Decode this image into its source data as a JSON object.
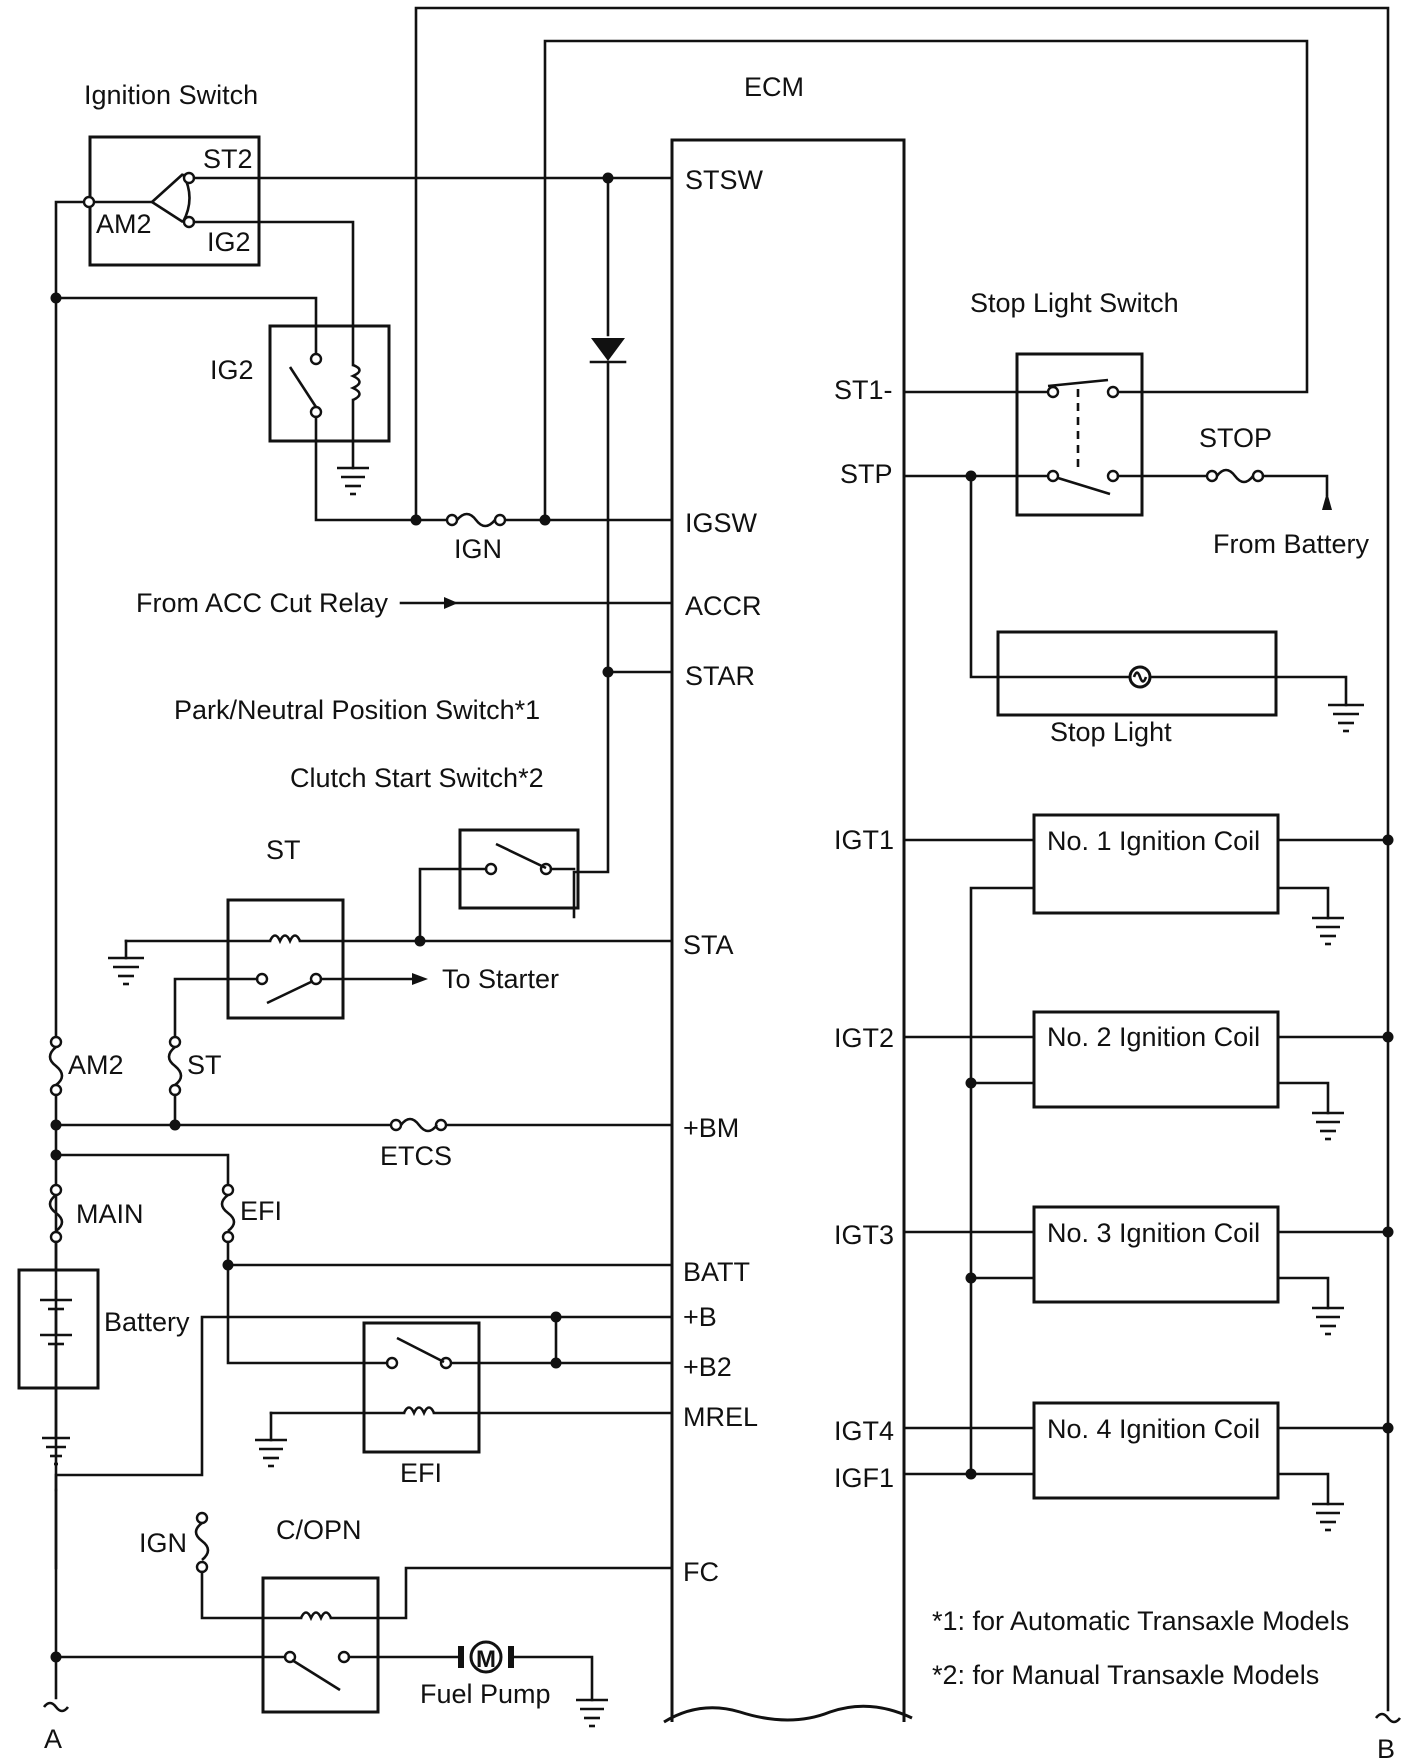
{
  "ecm": {
    "title": "ECM"
  },
  "components": {
    "ignition_switch": "Ignition Switch",
    "ig2_relay": "IG2",
    "stop_light_switch": "Stop Light Switch",
    "stop_light": "Stop Light",
    "pn_switch": "Park/Neutral Position Switch*1",
    "clutch_switch": "Clutch Start Switch*2",
    "st_relay": "ST",
    "efi_relay": "EFI",
    "copn_relay": "C/OPN",
    "battery": "Battery",
    "fuel_pump": "Fuel Pump",
    "fuel_pump_symbol": "M",
    "coils": [
      "No. 1 Ignition Coil",
      "No. 2 Ignition Coil",
      "No. 3 Ignition Coil",
      "No. 4 Ignition Coil"
    ]
  },
  "ignition_switch_terminals": {
    "st2": "ST2",
    "am2": "AM2",
    "ig2": "IG2"
  },
  "fuses": {
    "ign": "IGN",
    "stop": "STOP",
    "am2": "AM2",
    "st": "ST",
    "etcs": "ETCS",
    "main": "MAIN",
    "efi": "EFI",
    "ign2": "IGN"
  },
  "ecm_pins_left": [
    "STSW",
    "IGSW",
    "ACCR",
    "STAR",
    "STA",
    "+BM",
    "BATT",
    "+B",
    "+B2",
    "MREL",
    "FC"
  ],
  "ecm_pins_right": [
    "ST1-",
    "STP",
    "IGT1",
    "IGT2",
    "IGT3",
    "IGT4",
    "IGF1"
  ],
  "signals": {
    "from_acc": "From ACC Cut Relay",
    "to_starter": "To Starter",
    "from_battery": "From Battery"
  },
  "notes": [
    "*1: for Automatic Transaxle Models",
    "*2: for Manual Transaxle Models"
  ],
  "connectors": {
    "a": "A",
    "b": "B"
  }
}
